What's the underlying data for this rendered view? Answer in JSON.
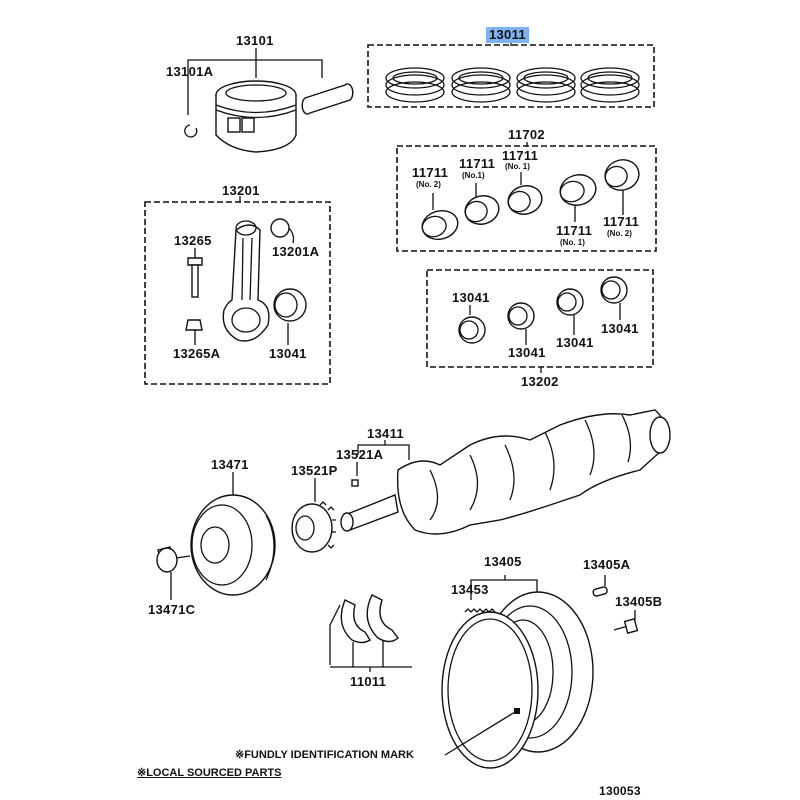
{
  "diagram": {
    "catalog_number": "130053",
    "highlight_color": "#7fb2f0",
    "labels": {
      "piston_assy": "13101",
      "piston_snap_ring": "13101A",
      "piston_ring_set": "13011",
      "crank_bearing_set": "11702",
      "crank_bearing_no2_left": "11711",
      "crank_bearing_no2_left_sub": "(No. 2)",
      "crank_bearing_no1_a": "11711",
      "crank_bearing_no1_a_sub": "(No.1)",
      "crank_bearing_no1_b": "11711",
      "crank_bearing_no1_b_sub": "(No. 1)",
      "crank_bearing_no1_c": "11711",
      "crank_bearing_no1_c_sub": "(No. 1)",
      "crank_bearing_no2_right": "11711",
      "crank_bearing_no2_right_sub": "(No. 2)",
      "conn_rod_assy": "13201",
      "conn_rod_bolt": "13265",
      "conn_rod_bushing": "13201A",
      "conn_rod_nut": "13265A",
      "conn_rod_bearing": "13041",
      "conn_rod_bearing_set": "13202",
      "rod_bearing_1": "13041",
      "rod_bearing_2": "13041",
      "rod_bearing_3": "13041",
      "rod_bearing_4": "13041",
      "crankshaft": "13411",
      "crank_key": "13521A",
      "crank_timing_pulley": "13521P",
      "crank_pulley": "13471",
      "crank_pulley_bolt": "13471C",
      "thrust_washer_set": "11011",
      "flywheel_assy": "13405",
      "ring_gear": "13453",
      "flywheel_pin": "13405A",
      "flywheel_bolt": "13405B"
    },
    "notes": {
      "identification_mark": "※FUNDLY IDENTIFICATION MARK",
      "local_sourced": "※LOCAL SOURCED PARTS"
    }
  }
}
